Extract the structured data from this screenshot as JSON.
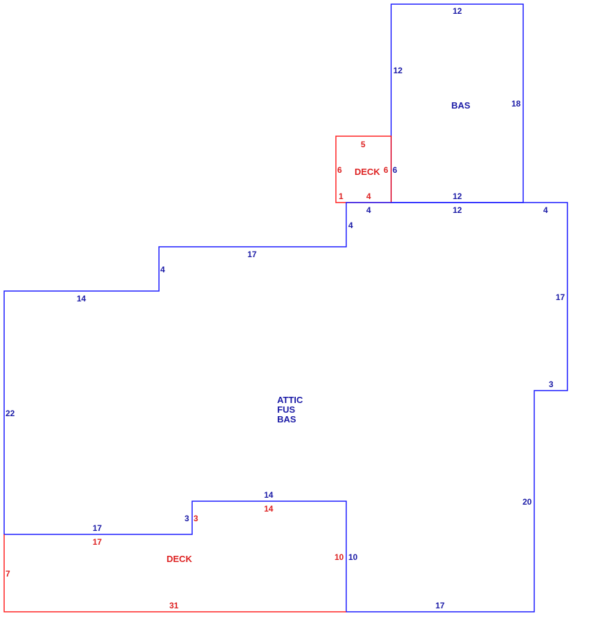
{
  "colors": {
    "main_line": "#1a1aff",
    "deck_line": "#ff2020",
    "main_text": "#1a1aa6",
    "deck_text": "#dd2020",
    "background": "#ffffff"
  },
  "areas": {
    "bas_upper": "BAS",
    "main_line1": "ATTIC",
    "main_line2": "FUS",
    "main_line3": "BAS",
    "deck_upper": "DECK",
    "deck_lower": "DECK"
  },
  "dimensions": {
    "bas_top": "12",
    "bas_left": "12",
    "bas_right": "18",
    "bas_bottom": "12",
    "deck_upper_top": "5",
    "deck_upper_left": "6",
    "deck_upper_right": "6",
    "deck_upper_bottom": "4",
    "deck_upper_stub": "1",
    "main_right_of_deck": "6",
    "main_top_a": "4",
    "main_top_b": "12",
    "main_top_c": "4",
    "main_step_down": "4",
    "main_top_mid": "17",
    "main_step_left": "4",
    "main_top_left": "14",
    "main_left": "22",
    "main_right_upper": "17",
    "main_right_notch": "3",
    "main_right_lower": "20",
    "main_bottom_right": "17",
    "main_notch_left": "10",
    "main_notch_top": "14",
    "main_notch_step": "3",
    "main_notch_bottom": "17",
    "deck_lower_top": "17",
    "deck_lower_step": "3",
    "deck_lower_top2": "14",
    "deck_lower_right": "10",
    "deck_lower_left": "7",
    "deck_lower_bottom": "31"
  }
}
